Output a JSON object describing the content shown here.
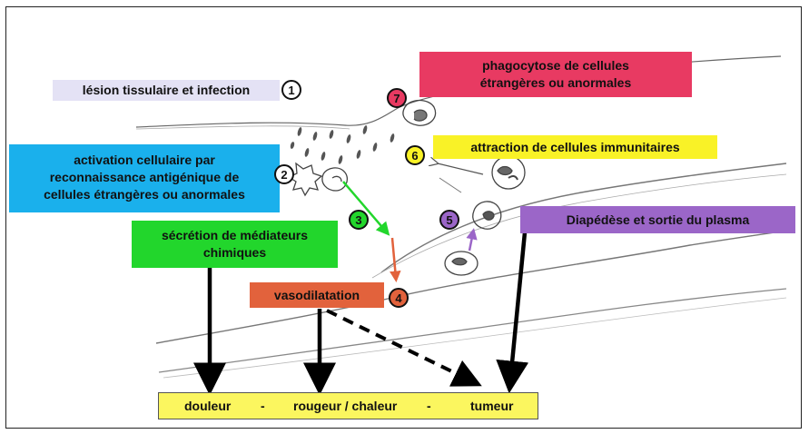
{
  "colors": {
    "lavender": "#e4e2f5",
    "pink": "#e83a62",
    "blue": "#1ab0ec",
    "yellow": "#f9f227",
    "green": "#22d62c",
    "purple": "#9b66c8",
    "orange": "#e2623c",
    "bottom": "#fbf65f"
  },
  "labels": {
    "lesion": "lésion tissulaire et infection",
    "phago_1": "phagocytose de cellules",
    "phago_2": "étrangères ou anormales",
    "activation_1": "activation cellulaire par",
    "activation_2": "reconnaissance antigénique de",
    "activation_3": "cellules étrangères ou anormales",
    "attraction": "attraction de cellules immunitaires",
    "secretion_1": "sécrétion de médiateurs",
    "secretion_2": "chimiques",
    "diapedese": "Diapédèse et sortie du plasma",
    "vasodilatation": "vasodilatation"
  },
  "steps": {
    "s1": "1",
    "s2": "2",
    "s3": "3",
    "s4": "4",
    "s5": "5",
    "s6": "6",
    "s7": "7"
  },
  "bottom": {
    "douleur": "douleur",
    "sep1": "-",
    "rougeur": "rougeur / chaleur",
    "sep2": "-",
    "tumeur": "tumeur"
  }
}
